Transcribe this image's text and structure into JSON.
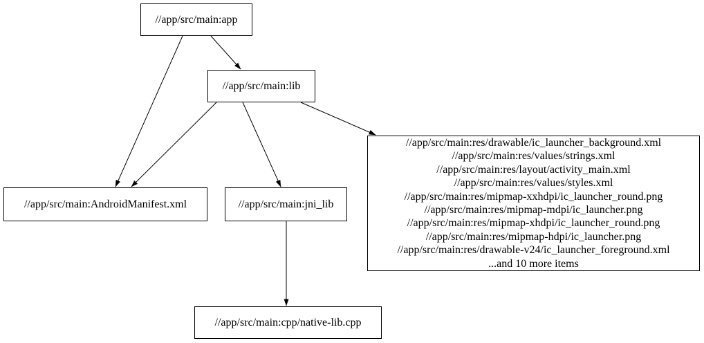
{
  "graph": {
    "background_color": "#ffffff",
    "node_fill_color": "#ffffff",
    "node_border_color": "#000000",
    "edge_color": "#000000",
    "text_color": "#000000"
  },
  "nodes": {
    "app": {
      "label": "//app/src/main:app"
    },
    "lib": {
      "label": "//app/src/main:lib"
    },
    "manifest": {
      "label": "//app/src/main:AndroidManifest.xml"
    },
    "jni_lib": {
      "label": "//app/src/main:jni_lib"
    },
    "cpp": {
      "label": "//app/src/main:cpp/native-lib.cpp"
    },
    "res": {
      "lines": [
        "//app/src/main:res/drawable/ic_launcher_background.xml",
        "//app/src/main:res/values/strings.xml",
        "//app/src/main:res/layout/activity_main.xml",
        "//app/src/main:res/values/styles.xml",
        "//app/src/main:res/mipmap-xxhdpi/ic_launcher_round.png",
        "//app/src/main:res/mipmap-mdpi/ic_launcher.png",
        "//app/src/main:res/mipmap-xhdpi/ic_launcher_round.png",
        "//app/src/main:res/mipmap-hdpi/ic_launcher.png",
        "//app/src/main:res/drawable-v24/ic_launcher_foreground.xml",
        "...and 10 more items"
      ]
    }
  },
  "edges": [
    {
      "from": "app",
      "to": "manifest"
    },
    {
      "from": "app",
      "to": "lib"
    },
    {
      "from": "lib",
      "to": "manifest"
    },
    {
      "from": "lib",
      "to": "jni_lib"
    },
    {
      "from": "lib",
      "to": "res"
    },
    {
      "from": "jni_lib",
      "to": "cpp"
    }
  ]
}
